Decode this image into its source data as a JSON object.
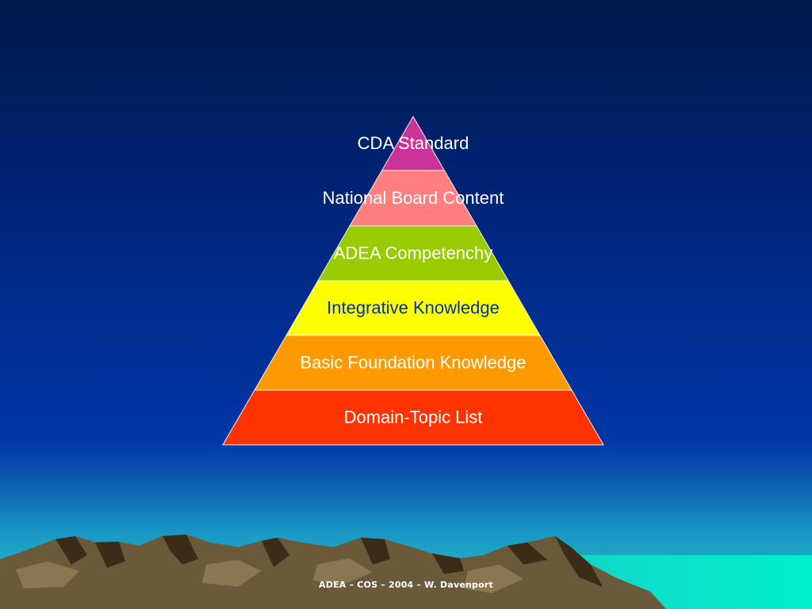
{
  "colors": {
    "sky_top": "#001a4d",
    "sky_mid": "#00359c",
    "horizon": "#1ea6c8",
    "sea": "#00e8c8",
    "mountain": "#6e5a3c",
    "mountain_shadow": "#3a2e1c",
    "footer_text": "#ffffff"
  },
  "pyramid": {
    "tiers": [
      {
        "label": "CDA Standard",
        "fill": "#cc3399",
        "text_color": "#ffffff"
      },
      {
        "label": "National Board Content",
        "fill": "#ff7f7f",
        "text_color": "#ffffff"
      },
      {
        "label": "ADEA Competenchy",
        "fill": "#99cc00",
        "text_color": "#ffffff"
      },
      {
        "label": "Integrative Knowledge",
        "fill": "#ffff00",
        "text_color": "#003399"
      },
      {
        "label": "Basic Foundation Knowledge",
        "fill": "#ff9900",
        "text_color": "#ffffff"
      },
      {
        "label": "Domain-Topic List",
        "fill": "#ff3300",
        "text_color": "#ffffff"
      }
    ]
  },
  "footer": {
    "text": "ADEA – COS – 2004 – W. Davenport"
  }
}
